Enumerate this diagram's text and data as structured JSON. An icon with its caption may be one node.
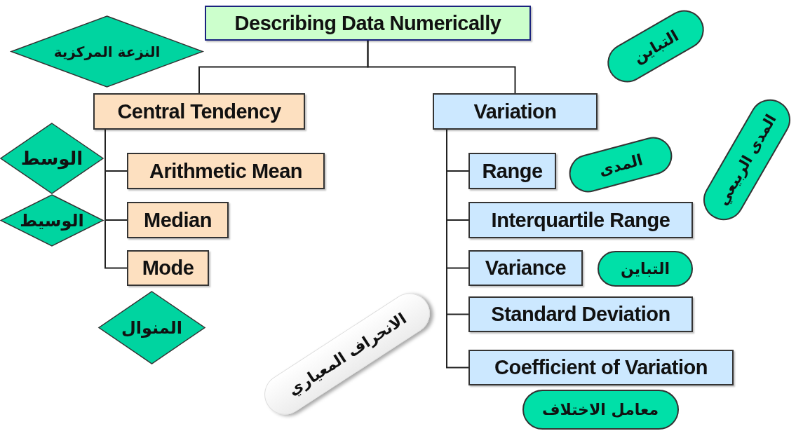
{
  "diagram": {
    "nodes": [
      {
        "text": [
          "Describing Data Numerically"
        ]
      },
      {
        "text": [
          "النزعة المركزية"
        ]
      },
      {
        "text": [
          "Central Tendency"
        ]
      },
      {
        "text": [
          "Variation"
        ]
      },
      {
        "text": [
          "التباين"
        ]
      },
      {
        "text": [
          "المدى الربيعي"
        ]
      },
      {
        "text": [
          "الوسط"
        ]
      },
      {
        "text": [
          "Arithmetic Mean"
        ]
      },
      {
        "text": [
          "المدى"
        ]
      },
      {
        "text": [
          "Range"
        ]
      },
      {
        "text": [
          "الوسيط"
        ]
      },
      {
        "text": [
          "Median"
        ]
      },
      {
        "text": [
          "Interquartile Range"
        ]
      },
      {
        "text": [
          "Mode"
        ]
      },
      {
        "text": [
          "Variance"
        ]
      },
      {
        "text": [
          "التباين"
        ]
      },
      {
        "text": [
          "المنوال"
        ]
      },
      {
        "text": [
          "الانحراف المعياري"
        ]
      },
      {
        "text": [
          "Standard Deviation"
        ]
      },
      {
        "text": [
          "Coefficient of Variation"
        ]
      },
      {
        "text": [
          "معامل الاختلاف"
        ]
      }
    ],
    "edges": [
      {
        "from": 0,
        "to": 2,
        "arrow": "none"
      },
      {
        "from": 0,
        "to": 3,
        "arrow": "none"
      },
      {
        "from": 2,
        "to": 7,
        "arrow": "none"
      },
      {
        "from": 2,
        "to": 11,
        "arrow": "none"
      },
      {
        "from": 2,
        "to": 13,
        "arrow": "none"
      },
      {
        "from": 3,
        "to": 9,
        "arrow": "none"
      },
      {
        "from": 3,
        "to": 12,
        "arrow": "none"
      },
      {
        "from": 3,
        "to": 14,
        "arrow": "none"
      },
      {
        "from": 3,
        "to": 18,
        "arrow": "none"
      },
      {
        "from": 3,
        "to": 19,
        "arrow": "none"
      }
    ]
  }
}
